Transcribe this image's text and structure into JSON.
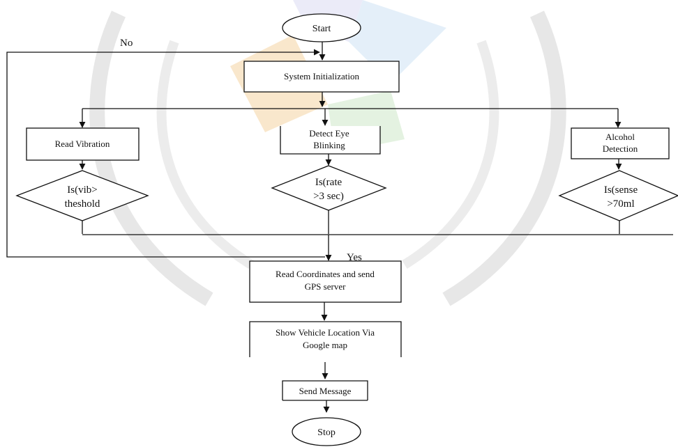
{
  "nodes": {
    "start": "Start",
    "init": "System Initialization",
    "vibration": "Read Vibration",
    "eye_line1": "Detect Eye",
    "eye_line2": "Blinking",
    "alcohol_line1": "Alcohol",
    "alcohol_line2": "Detection",
    "vib_dec_line1": "Is(vib>",
    "vib_dec_line2": "theshold",
    "eye_dec_line1": "Is(rate",
    "eye_dec_line2": ">3 sec)",
    "alc_dec_line1": "Is(sense",
    "alc_dec_line2": ">70ml",
    "coords_line1": "Read Coordinates and send",
    "coords_line2": "GPS server",
    "location_line1": "Show Vehicle Location Via",
    "location_line2": "Google map",
    "message": "Send Message",
    "stop": "Stop"
  },
  "edge_labels": {
    "no": "No",
    "yes": "Yes"
  },
  "watermark": {
    "colors": [
      "#f5d4a3",
      "#cfe9c9",
      "#cfe3f5",
      "#dcdcf3"
    ],
    "leaf_color": "#c7c7c7"
  }
}
